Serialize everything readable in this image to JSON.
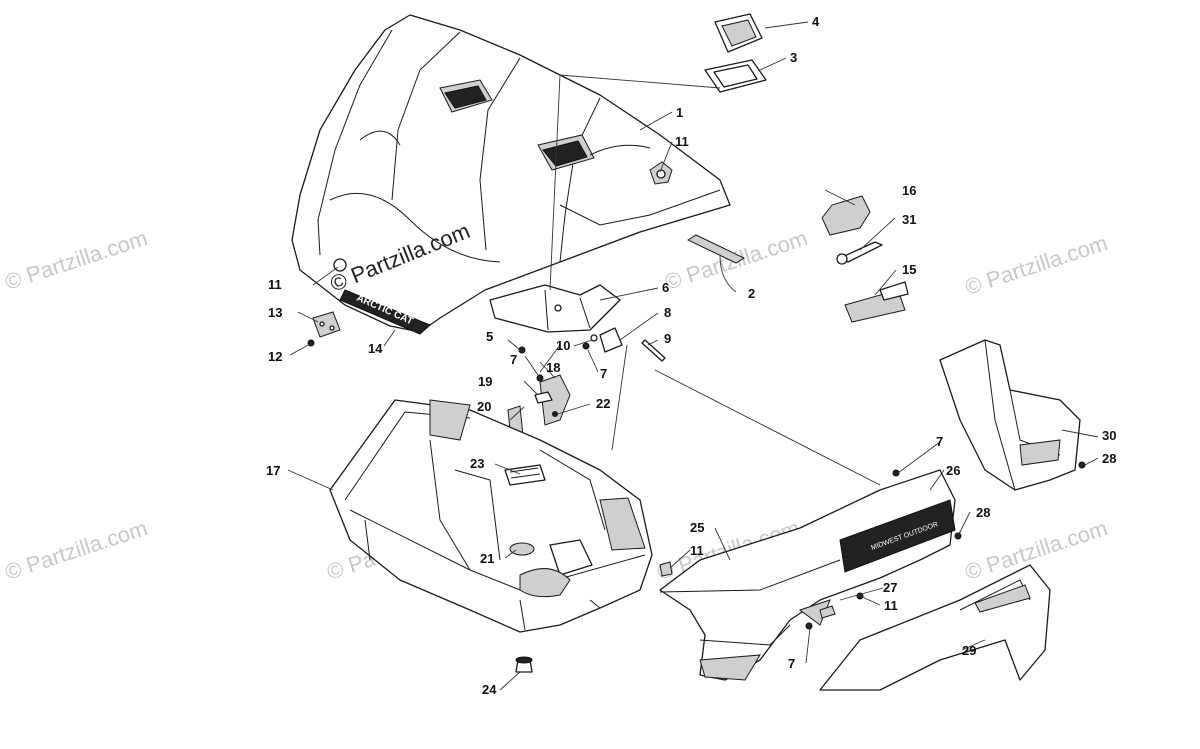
{
  "watermarks": {
    "main": "© Partzilla.com",
    "faded": "© Partzilla.com"
  },
  "decals": {
    "hood_brand": "ARCTIC CAT",
    "side_panel": "MIDWEST OUTDOOR"
  },
  "callouts": {
    "p1": "1",
    "p2": "2",
    "p3": "3",
    "p4": "4",
    "p5": "5",
    "p6": "6",
    "p7a": "7",
    "p7b": "7",
    "p7c": "7",
    "p7d": "7",
    "p8": "8",
    "p9": "9",
    "p10": "10",
    "p11a": "11",
    "p11b": "11",
    "p11c": "11",
    "p11d": "11",
    "p12": "12",
    "p13": "13",
    "p14": "14",
    "p15": "15",
    "p16": "16",
    "p17": "17",
    "p18": "18",
    "p19": "19",
    "p20": "20",
    "p21": "21",
    "p22": "22",
    "p23": "23",
    "p24": "24",
    "p25": "25",
    "p26": "26",
    "p27": "27",
    "p28a": "28",
    "p28b": "28",
    "p29": "29",
    "p30": "30",
    "p31": "31"
  },
  "colors": {
    "line": "#1a1a1a",
    "watermark": "#c8c8c8",
    "shade": "#cfcfcf"
  }
}
